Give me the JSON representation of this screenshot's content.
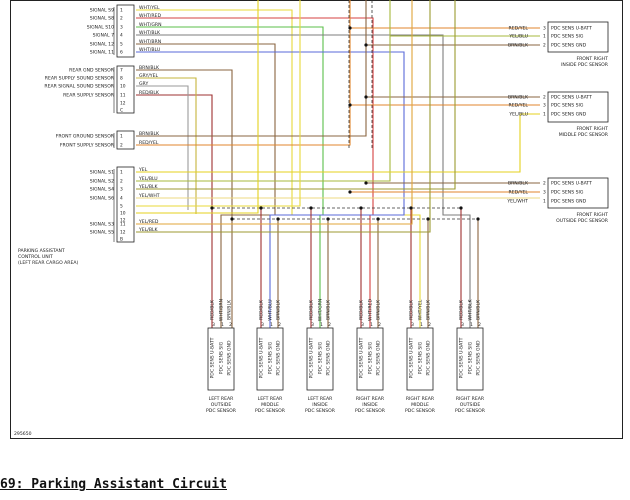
{
  "colors": {
    "white_yellow": "#e8d93a",
    "white_red": "#d64040",
    "white_green": "#5bbf4a",
    "white_black": "#7d7d7d",
    "white_blue": "#5a6ad8",
    "brown_black": "#8a6440",
    "grey_yellow": "#c6b53c",
    "grey": "#9a9a9a",
    "red_black": "#9e3030",
    "red_yellow": "#e0852c",
    "yellow": "#e4d21e",
    "yellow_blue": "#a7b93c",
    "yellow_white": "#ecd980",
    "yellow_red": "#e0a43a",
    "yellow_black": "#9c9a30"
  },
  "control_unit": {
    "title_lines": [
      "PARKING ASSISTANT",
      "CONTROL UNIT",
      "(LEFT REAR CARGO AREA)"
    ],
    "pins": [
      {
        "label": "SIGNAL S9",
        "num": "1",
        "wire": "WHT/YEL",
        "color": "white_yellow"
      },
      {
        "label": "SIGNAL S8",
        "num": "2",
        "wire": "WHT/RED",
        "color": "white_red"
      },
      {
        "label": "SIGNAL S10",
        "num": "3",
        "wire": "WHT/GRN",
        "color": "white_green"
      },
      {
        "label": "SIGNAL 7",
        "num": "4",
        "wire": "WHT/BLK",
        "color": "white_black"
      },
      {
        "label": "SIGNAL 12",
        "num": "5",
        "wire": "WHT/BRN",
        "color": "brown_black"
      },
      {
        "label": "SIGNAL 11",
        "num": "6",
        "wire": "WHT/BLU",
        "color": "white_blue"
      },
      {
        "label": "REAR GND SENSOR",
        "num": "7",
        "wire": "BRN/BLK",
        "color": "brown_black"
      },
      {
        "label": "REAR SUPPLY SOUND SENSOR",
        "num": "8",
        "wire": "GRY/YEL",
        "color": "grey_yellow"
      },
      {
        "label": "REAR SIGNAL SOUND SENSOR",
        "num": "10",
        "wire": "GRY",
        "color": "grey"
      },
      {
        "label": "REAR SUPPLY SENSOR",
        "num": "11",
        "wire": "RED/BLK",
        "color": "red_black"
      },
      {
        "label": "",
        "num": "12",
        "wire": "",
        "color": ""
      },
      {
        "label": "",
        "num": "C",
        "wire": "",
        "color": ""
      },
      {
        "label": "FRONT GROUND SENSOR",
        "num": "1",
        "wire": "BRN/BLK",
        "color": "brown_black"
      },
      {
        "label": "FRONT SUPPLY SENSOR",
        "num": "2",
        "wire": "RED/YEL",
        "color": "red_yellow"
      },
      {
        "label": "SIGNAL S1",
        "num": "1",
        "wire": "YEL",
        "color": "yellow"
      },
      {
        "label": "SIGNAL S2",
        "num": "2",
        "wire": "YEL/BLU",
        "color": "yellow_blue"
      },
      {
        "label": "SIGNAL S4",
        "num": "3",
        "wire": "YEL/BLK",
        "color": "yellow_black"
      },
      {
        "label": "SIGNAL S6",
        "num": "4",
        "wire": "YEL/WHT",
        "color": "yellow_white"
      },
      {
        "label": "",
        "num": "5",
        "wire": "",
        "color": ""
      },
      {
        "label": "",
        "num": "10",
        "wire": "",
        "color": ""
      },
      {
        "label": "",
        "num": "12",
        "wire": "",
        "color": ""
      },
      {
        "label": "SIGNAL S3",
        "num": "11",
        "wire": "YEL/RED",
        "color": "yellow_red"
      },
      {
        "label": "SIGNAL S5",
        "num": "12",
        "wire": "YEL/BLK",
        "color": "yellow_black"
      },
      {
        "label": "",
        "num": "B",
        "wire": "",
        "color": ""
      }
    ]
  },
  "front_sensors": [
    {
      "name_lines": [
        "FRONT RIGHT",
        "INSIDE PDC SENSOR"
      ],
      "pins": [
        {
          "num": "3",
          "func": "PDC SENS U-BATT",
          "wire": "RED/YEL",
          "color": "red_yellow"
        },
        {
          "num": "1",
          "func": "PDC SENS SIG",
          "wire": "YEL/BLU",
          "color": "yellow_blue"
        },
        {
          "num": "2",
          "func": "PDC SENS GND",
          "wire": "BRN/BLK",
          "color": "brown_black"
        }
      ]
    },
    {
      "name_lines": [
        "FRONT RIGHT",
        "MIDDLE PDC SENSOR"
      ],
      "pins": [
        {
          "num": "2",
          "func": "PDC SENS U-BATT",
          "wire": "BRN/BLK",
          "color": "brown_black"
        },
        {
          "num": "3",
          "func": "PDC SENS SIG",
          "wire": "RED/YEL",
          "color": "red_yellow"
        },
        {
          "num": "1",
          "func": "PDC SENS GND",
          "wire": "YEL/BLU",
          "color": "yellow_blue"
        }
      ]
    },
    {
      "name_lines": [
        "FRONT RIGHT",
        "OUTSIDE PDC SENSOR"
      ],
      "pins": [
        {
          "num": "2",
          "func": "PDC SENS U-BATT",
          "wire": "BRN/BLK",
          "color": "brown_black"
        },
        {
          "num": "3",
          "func": "PDC SENS SIG",
          "wire": "RED/YEL",
          "color": "red_yellow"
        },
        {
          "num": "1",
          "func": "PDC SENS GND",
          "wire": "YEL/WHT",
          "color": "yellow_white"
        }
      ]
    }
  ],
  "rear_sensors": [
    {
      "name_lines": [
        "LEFT REAR",
        "OUTSIDE",
        "PDC SENSOR"
      ],
      "wires": [
        {
          "wire": "RED/BLK",
          "color": "red_black"
        },
        {
          "wire": "WHT/BRN",
          "color": "brown_black"
        },
        {
          "wire": "BRN/BLK",
          "color": "brown_black"
        }
      ],
      "pin_nums": [
        "3",
        "1",
        "2"
      ],
      "funcs": [
        "PDC SENS U-BATT",
        "PDC SENS SIG",
        "PDC SENS GND"
      ]
    },
    {
      "name_lines": [
        "LEFT REAR",
        "MIDDLE",
        "PDC SENSOR"
      ],
      "wires": [
        {
          "wire": "RED/BLK",
          "color": "red_black"
        },
        {
          "wire": "WHT/BLU",
          "color": "white_blue"
        },
        {
          "wire": "BRN/BLK",
          "color": "brown_black"
        }
      ],
      "pin_nums": [
        "3",
        "1",
        "2"
      ],
      "funcs": [
        "PDC SENS U-BATT",
        "PDC SENS SIG",
        "PDC SENS GND"
      ]
    },
    {
      "name_lines": [
        "LEFT REAR",
        "INSIDE",
        "PDC SENSOR"
      ],
      "wires": [
        {
          "wire": "RED/BLK",
          "color": "red_black"
        },
        {
          "wire": "WHT/GRN",
          "color": "white_green"
        },
        {
          "wire": "BRN/BLK",
          "color": "brown_black"
        }
      ],
      "pin_nums": [
        "3",
        "1",
        "2"
      ],
      "funcs": [
        "PDC SENS U-BATT",
        "PDC SENS SIG",
        "PDC SENS GND"
      ]
    },
    {
      "name_lines": [
        "RIGHT REAR",
        "INSIDE",
        "PDC SENSOR"
      ],
      "wires": [
        {
          "wire": "RED/BLK",
          "color": "red_black"
        },
        {
          "wire": "WHT/RED",
          "color": "white_red"
        },
        {
          "wire": "BRN/BLK",
          "color": "brown_black"
        }
      ],
      "pin_nums": [
        "3",
        "1",
        "2"
      ],
      "funcs": [
        "PDC SENS U-BATT",
        "PDC SENS SIG",
        "PDC SENS GND"
      ]
    },
    {
      "name_lines": [
        "RIGHT REAR",
        "MIDDLE",
        "PDC SENSOR"
      ],
      "wires": [
        {
          "wire": "RED/BLK",
          "color": "red_black"
        },
        {
          "wire": "WHT/YEL",
          "color": "white_yellow"
        },
        {
          "wire": "BRN/BLK",
          "color": "brown_black"
        }
      ],
      "pin_nums": [
        "3",
        "1",
        "2"
      ],
      "funcs": [
        "PDC SENS U-BATT",
        "PDC SENS SIG",
        "PDC SENS GND"
      ]
    },
    {
      "name_lines": [
        "RIGHT REAR",
        "OUTSIDE",
        "PDC SENSOR"
      ],
      "wires": [
        {
          "wire": "RED/BLK",
          "color": "red_black"
        },
        {
          "wire": "WHT/BLK",
          "color": "white_black"
        },
        {
          "wire": "BRN/BLK",
          "color": "brown_black"
        }
      ],
      "pin_nums": [
        "3",
        "1",
        "2"
      ],
      "funcs": [
        "PDC SENS U-BATT",
        "PDC SENS SIG",
        "PDC SENS GND"
      ]
    }
  ],
  "figure_id": "295650",
  "caption": "69: Parking Assistant Circuit"
}
